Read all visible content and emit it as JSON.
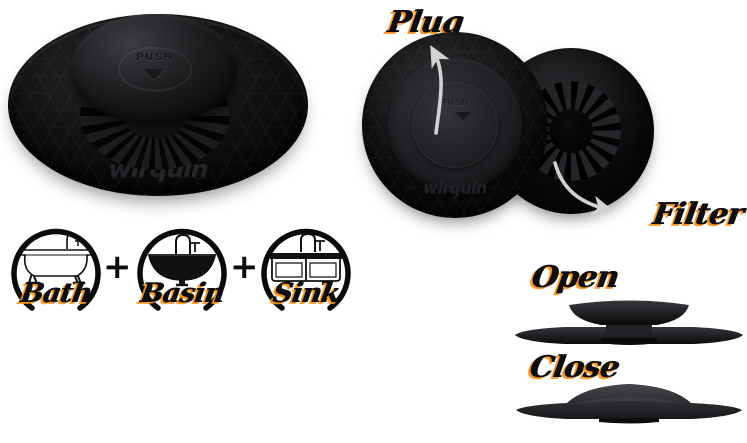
{
  "product": {
    "brand": "wirquin",
    "push_label": "PUSH",
    "push_icon": "down-triangle-icon"
  },
  "callouts": {
    "plug": "Plug",
    "filter": "Filter"
  },
  "use_cases": {
    "separator": "+",
    "items": [
      {
        "label": "Bath",
        "icon": "bathtub-icon"
      },
      {
        "label": "Basin",
        "icon": "washbasin-icon"
      },
      {
        "label": "Sink",
        "icon": "kitchen-sink-icon"
      }
    ]
  },
  "states": [
    {
      "label": "Open",
      "icon": "stopper-open-profile-icon"
    },
    {
      "label": "Close",
      "icon": "stopper-closed-profile-icon"
    }
  ],
  "colors": {
    "background": "#ffffff",
    "product_black": "#141517",
    "label_text": "#0d0d0d",
    "label_shadow_orange": "#f7931e",
    "arrow_grey": "#d2d2d2",
    "line_art": "#111111"
  }
}
